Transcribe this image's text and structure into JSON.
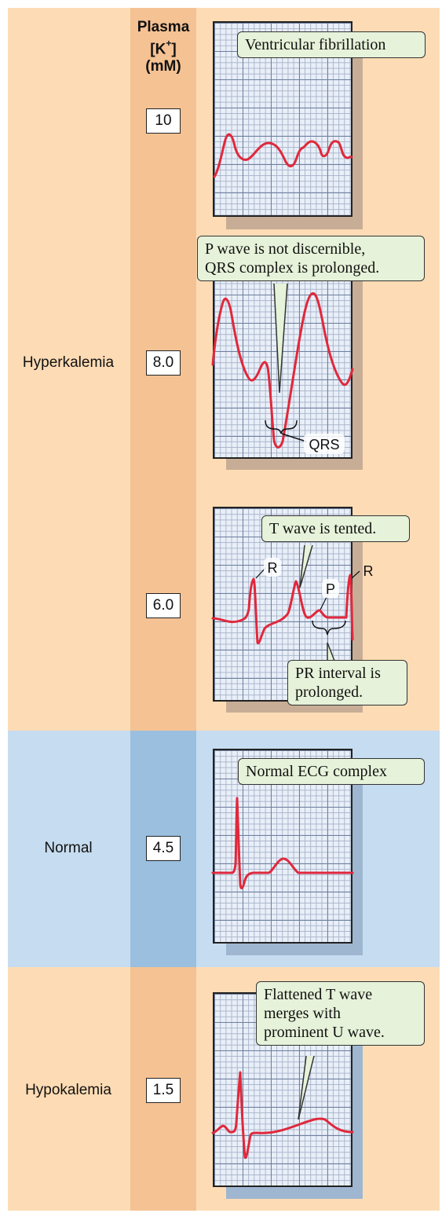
{
  "header": {
    "line1": "Plasma",
    "line2_prefix": "[K",
    "line2_sup": "+",
    "line2_suffix": "]",
    "line3": "(mM)"
  },
  "row_labels": {
    "hyperkalemia": "Hyperkalemia",
    "normal": "Normal",
    "hypokalemia": "Hypokalemia"
  },
  "values": [
    "10",
    "8.0",
    "6.0",
    "4.5",
    "1.5"
  ],
  "callouts": {
    "vfib": "Ventricular fibrillation",
    "p_wave_line1": "P wave is not discernible,",
    "p_wave_line2": "QRS complex is prolonged.",
    "t_tented": "T wave is tented.",
    "pr_line1": "PR interval is",
    "pr_line2": "prolonged.",
    "normal_ecg": "Normal ECG complex",
    "flat_line1": "Flattened T wave",
    "flat_line2": "merges with",
    "flat_line3": "prominent U wave."
  },
  "wave_labels": {
    "qrs": "QRS",
    "r": "R",
    "p": "P"
  },
  "colors": {
    "trace": "#e0283c",
    "hyper_band": "#fddcb5",
    "normal_band": "#c6dcf0",
    "callout_fill": "#e6f2d9"
  }
}
